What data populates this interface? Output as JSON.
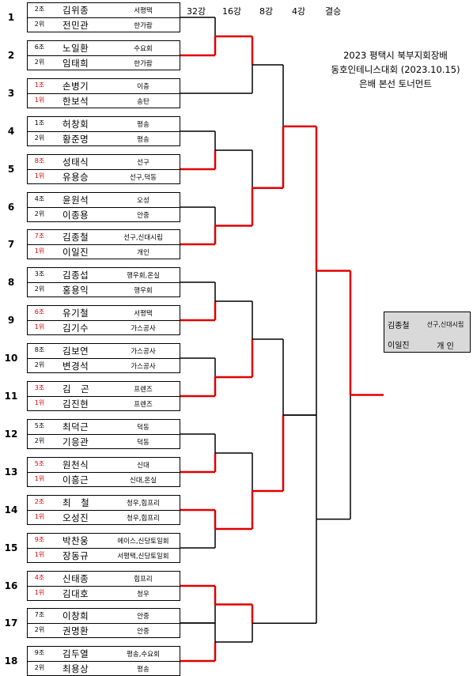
{
  "rounds": [
    "32강",
    "16강",
    "8강",
    "4강",
    "결승"
  ],
  "title": [
    "2023 평택시 북부지회장배",
    "동호인테니스대회 (2023.10.15)",
    "은배 본선 토너먼트"
  ],
  "entries": [
    {
      "seed": "1",
      "a": {
        "rank": "2조",
        "name": "김위종",
        "club": "서평택"
      },
      "b": {
        "rank": "2위",
        "name": "전민관",
        "club": "한가람"
      }
    },
    {
      "seed": "2",
      "a": {
        "rank": "6조",
        "name": "노일환",
        "club": "수요회"
      },
      "b": {
        "rank": "2위",
        "name": "임태희",
        "club": "한가람"
      }
    },
    {
      "seed": "3",
      "a": {
        "rank": "1조",
        "name": "손병기",
        "club": "이충",
        "red": true
      },
      "b": {
        "rank": "1위",
        "name": "한보석",
        "club": "송탄",
        "red": true
      }
    },
    {
      "seed": "4",
      "a": {
        "rank": "1조",
        "name": "허창회",
        "club": "평송"
      },
      "b": {
        "rank": "2위",
        "name": "황준명",
        "club": "평송"
      }
    },
    {
      "seed": "5",
      "a": {
        "rank": "8조",
        "name": "성태식",
        "club": "선구",
        "red": true
      },
      "b": {
        "rank": "1위",
        "name": "유용승",
        "club": "선구,덕동",
        "red": true
      }
    },
    {
      "seed": "6",
      "a": {
        "rank": "4조",
        "name": "윤원석",
        "club": "오성"
      },
      "b": {
        "rank": "2위",
        "name": "이종용",
        "club": "안중"
      }
    },
    {
      "seed": "7",
      "a": {
        "rank": "7조",
        "name": "김종철",
        "club": "선구,신대시립",
        "red": true
      },
      "b": {
        "rank": "1위",
        "name": "이일진",
        "club": "개인",
        "red": true
      }
    },
    {
      "seed": "8",
      "a": {
        "rank": "3조",
        "name": "김종섭",
        "club": "행우회,온실"
      },
      "b": {
        "rank": "2위",
        "name": "홍용익",
        "club": "행우회"
      }
    },
    {
      "seed": "9",
      "a": {
        "rank": "6조",
        "name": "유기철",
        "club": "서평택",
        "red": true
      },
      "b": {
        "rank": "1위",
        "name": "김기수",
        "club": "가스공사",
        "red": true
      }
    },
    {
      "seed": "10",
      "a": {
        "rank": "8조",
        "name": "김보연",
        "club": "가스공사"
      },
      "b": {
        "rank": "2위",
        "name": "변경석",
        "club": "가스공사"
      }
    },
    {
      "seed": "11",
      "a": {
        "rank": "3조",
        "name": "김　곤",
        "club": "프렌즈",
        "red": true
      },
      "b": {
        "rank": "1위",
        "name": "김진현",
        "club": "프렌즈",
        "red": true
      }
    },
    {
      "seed": "12",
      "a": {
        "rank": "5조",
        "name": "최덕근",
        "club": "덕동"
      },
      "b": {
        "rank": "2위",
        "name": "기응관",
        "club": "덕동"
      }
    },
    {
      "seed": "13",
      "a": {
        "rank": "5조",
        "name": "원천식",
        "club": "신대",
        "red": true
      },
      "b": {
        "rank": "1위",
        "name": "이흥근",
        "club": "신대,온실",
        "red": true
      }
    },
    {
      "seed": "14",
      "a": {
        "rank": "2조",
        "name": "최　철",
        "club": "청우,힙프리",
        "red": true
      },
      "b": {
        "rank": "1위",
        "name": "오성진",
        "club": "청우,힙프리",
        "red": true
      }
    },
    {
      "seed": "15",
      "a": {
        "rank": "9조",
        "name": "박찬웅",
        "club": "에이스,신당토일회",
        "red": true
      },
      "b": {
        "rank": "1위",
        "name": "장동규",
        "club": "서평택,신당토일회",
        "red": true
      }
    },
    {
      "seed": "16",
      "a": {
        "rank": "4조",
        "name": "신태종",
        "club": "힙프리",
        "red": true
      },
      "b": {
        "rank": "1위",
        "name": "김대호",
        "club": "청우",
        "red": true
      }
    },
    {
      "seed": "17",
      "a": {
        "rank": "7조",
        "name": "이창희",
        "club": "안중"
      },
      "b": {
        "rank": "2위",
        "name": "권명환",
        "club": "안중"
      }
    },
    {
      "seed": "18",
      "a": {
        "rank": "9조",
        "name": "김두열",
        "club": "평송,수요회"
      },
      "b": {
        "rank": "2위",
        "name": "최용상",
        "club": "평송"
      }
    }
  ],
  "winner": {
    "a": {
      "name": "김종철",
      "club": "선구,신대시립"
    },
    "b": {
      "name": "이일진",
      "club": "개 인"
    }
  },
  "colors": {
    "win_line": "#e00000",
    "line": "#000000",
    "red_text": "#e00000",
    "winner_bg": "#d9d9d9"
  }
}
